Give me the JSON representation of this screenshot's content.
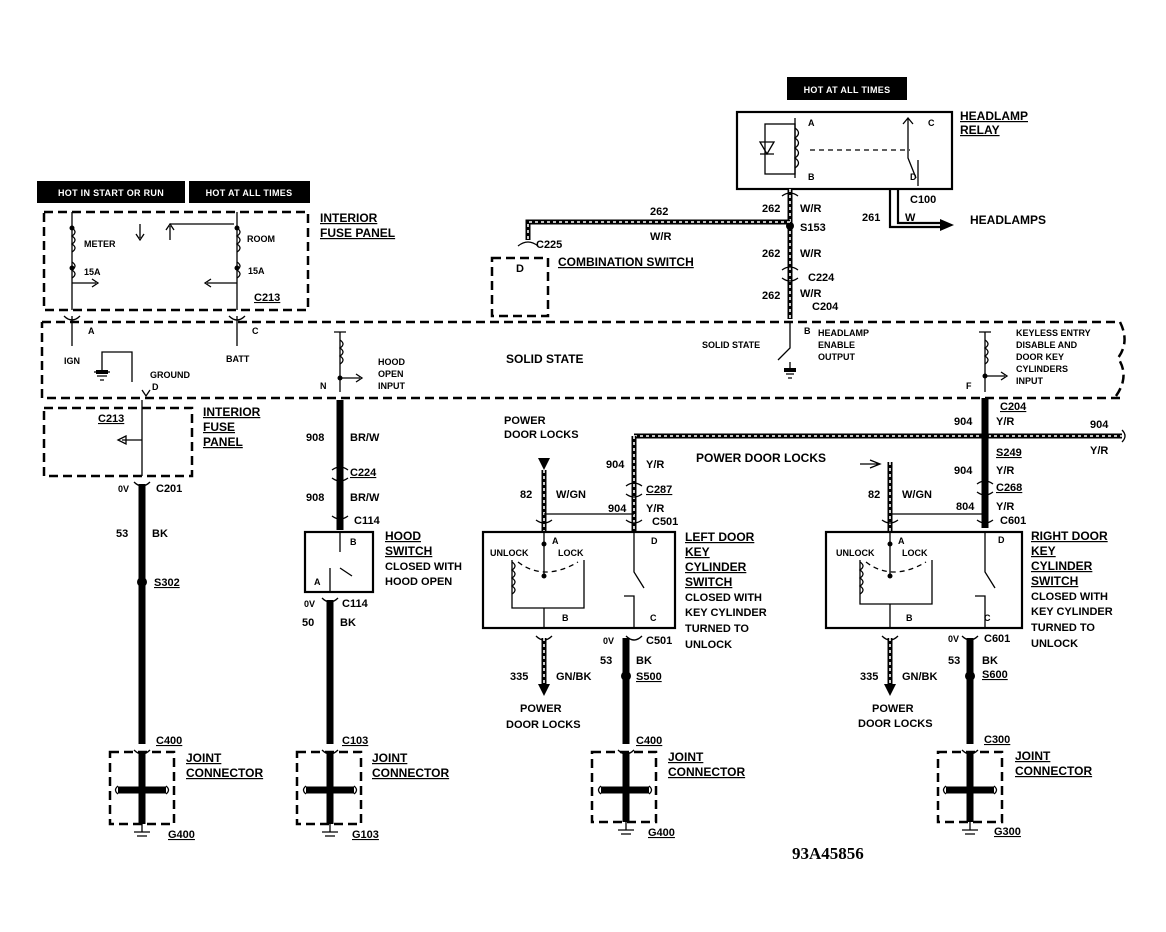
{
  "banners": {
    "hot_all_times_relay": "HOT AT ALL TIMES",
    "hot_start_run": "HOT IN START OR RUN",
    "hot_all_times_fuse": "HOT AT ALL TIMES"
  },
  "headlamp_relay": {
    "title_line1": "HEADLAMP",
    "title_line2": "RELAY",
    "pin_a": "A",
    "pin_b": "B",
    "pin_c": "C",
    "pin_d": "D",
    "conn": "C100",
    "circuit_261": "261",
    "color_w": "W",
    "headlamps": "HEADLAMPS"
  },
  "fuse_panel_top": {
    "title_line1": "INTERIOR",
    "title_line2": "FUSE PANEL",
    "meter": "METER",
    "room": "ROOM",
    "fuse_left": "15A",
    "fuse_right": "15A",
    "conn": "C213",
    "pin_a": "A",
    "pin_c": "C",
    "ign": "IGN",
    "batt": "BATT"
  },
  "solid_state": {
    "label": "SOLID STATE",
    "ground": "GROUND",
    "pin_d": "D",
    "pin_n": "N",
    "hood_open_input_1": "HOOD",
    "hood_open_input_2": "OPEN",
    "hood_open_input_3": "INPUT",
    "pin_b": "B",
    "solid_state_small": "SOLID STATE",
    "headlamp_enable_1": "HEADLAMP",
    "headlamp_enable_2": "ENABLE",
    "headlamp_enable_3": "OUTPUT",
    "pin_f": "F",
    "keyless_1": "KEYLESS ENTRY",
    "keyless_2": "DISABLE AND",
    "keyless_3": "DOOR KEY",
    "keyless_4": "CYLINDERS",
    "keyless_5": "INPUT"
  },
  "combination_switch": {
    "conn": "C225",
    "pin_d": "D",
    "title": "COMBINATION SWITCH"
  },
  "relay_wiring": {
    "c262_a": "262",
    "wr_a": "W/R",
    "c262_b": "262",
    "wr_b": "W/R",
    "s153": "S153",
    "c262_c": "262",
    "wr_c": "W/R",
    "c224": "C224",
    "c262_d": "262",
    "wr_d": "W/R",
    "c204": "C204"
  },
  "fuse_panel_bottom": {
    "title_line1": "INTERIOR",
    "title_line2": "FUSE",
    "title_line3": "PANEL",
    "conn_top": "C213",
    "ov": "0V",
    "conn_bottom": "C201",
    "circuit": "53",
    "color": "BK",
    "splice": "S302",
    "c400": "C400",
    "joint_1": "JOINT",
    "joint_2": "CONNECTOR",
    "ground": "G400"
  },
  "hood_switch": {
    "circuit_a": "908",
    "color_a": "BR/W",
    "c224": "C224",
    "circuit_b": "908",
    "color_b": "BR/W",
    "c114_top": "C114",
    "title_1": "HOOD",
    "title_2": "SWITCH",
    "desc_1": "CLOSED WITH",
    "desc_2": "HOOD OPEN",
    "pin_b": "B",
    "pin_a": "A",
    "ov": "0V",
    "c114_bottom": "C114",
    "circuit_50": "50",
    "color_bk": "BK",
    "c103": "C103",
    "joint_1": "JOINT",
    "joint_2": "CONNECTOR",
    "ground": "G103"
  },
  "door_locks_bus": {
    "power_door_locks_1": "POWER",
    "power_door_locks_2": "DOOR LOCKS",
    "c204": "C204",
    "c904_a": "904",
    "yr_a": "Y/R",
    "c904_b": "904",
    "yr_b": "Y/R",
    "power_door_locks_mid": "POWER DOOR LOCKS",
    "s249": "S249"
  },
  "left_switch": {
    "c904": "904",
    "yr": "Y/R",
    "c82": "82",
    "wgn": "W/GN",
    "c287": "C287",
    "c904_b": "904",
    "yr_b": "Y/R",
    "c501_top": "C501",
    "pin_a": "A",
    "pin_d": "D",
    "unlock": "UNLOCK",
    "lock": "LOCK",
    "pin_b": "B",
    "pin_c": "C",
    "title_1": "LEFT DOOR",
    "title_2": "KEY",
    "title_3": "CYLINDER",
    "title_4": "SWITCH",
    "desc_1": "CLOSED WITH",
    "desc_2": "KEY CYLINDER",
    "desc_3": "TURNED TO",
    "desc_4": "UNLOCK",
    "ov": "0V",
    "c501_bottom": "C501",
    "c335": "335",
    "gnbk": "GN/BK",
    "c53": "53",
    "bk": "BK",
    "s500": "S500",
    "pdl_1": "POWER",
    "pdl_2": "DOOR LOCKS",
    "c400": "C400",
    "joint_1": "JOINT",
    "joint_2": "CONNECTOR",
    "ground": "G400"
  },
  "right_switch": {
    "c904": "904",
    "yr": "Y/R",
    "c268": "C268",
    "c82": "82",
    "wgn": "W/GN",
    "c804": "804",
    "yr_b": "Y/R",
    "c601_top": "C601",
    "pin_a": "A",
    "pin_d": "D",
    "unlock": "UNLOCK",
    "lock": "LOCK",
    "pin_b": "B",
    "pin_c": "C",
    "title_1": "RIGHT DOOR",
    "title_2": "KEY",
    "title_3": "CYLINDER",
    "title_4": "SWITCH",
    "desc_1": "CLOSED WITH",
    "desc_2": "KEY CYLINDER",
    "desc_3": "TURNED TO",
    "desc_4": "UNLOCK",
    "ov": "0V",
    "c601_bottom": "C601",
    "c335": "335",
    "gnbk": "GN/BK",
    "c53": "53",
    "bk": "BK",
    "s600": "S600",
    "pdl_1": "POWER",
    "pdl_2": "DOOR LOCKS",
    "c300": "C300",
    "joint_1": "JOINT",
    "joint_2": "CONNECTOR",
    "ground": "G300"
  },
  "figure_code": "93A45856"
}
